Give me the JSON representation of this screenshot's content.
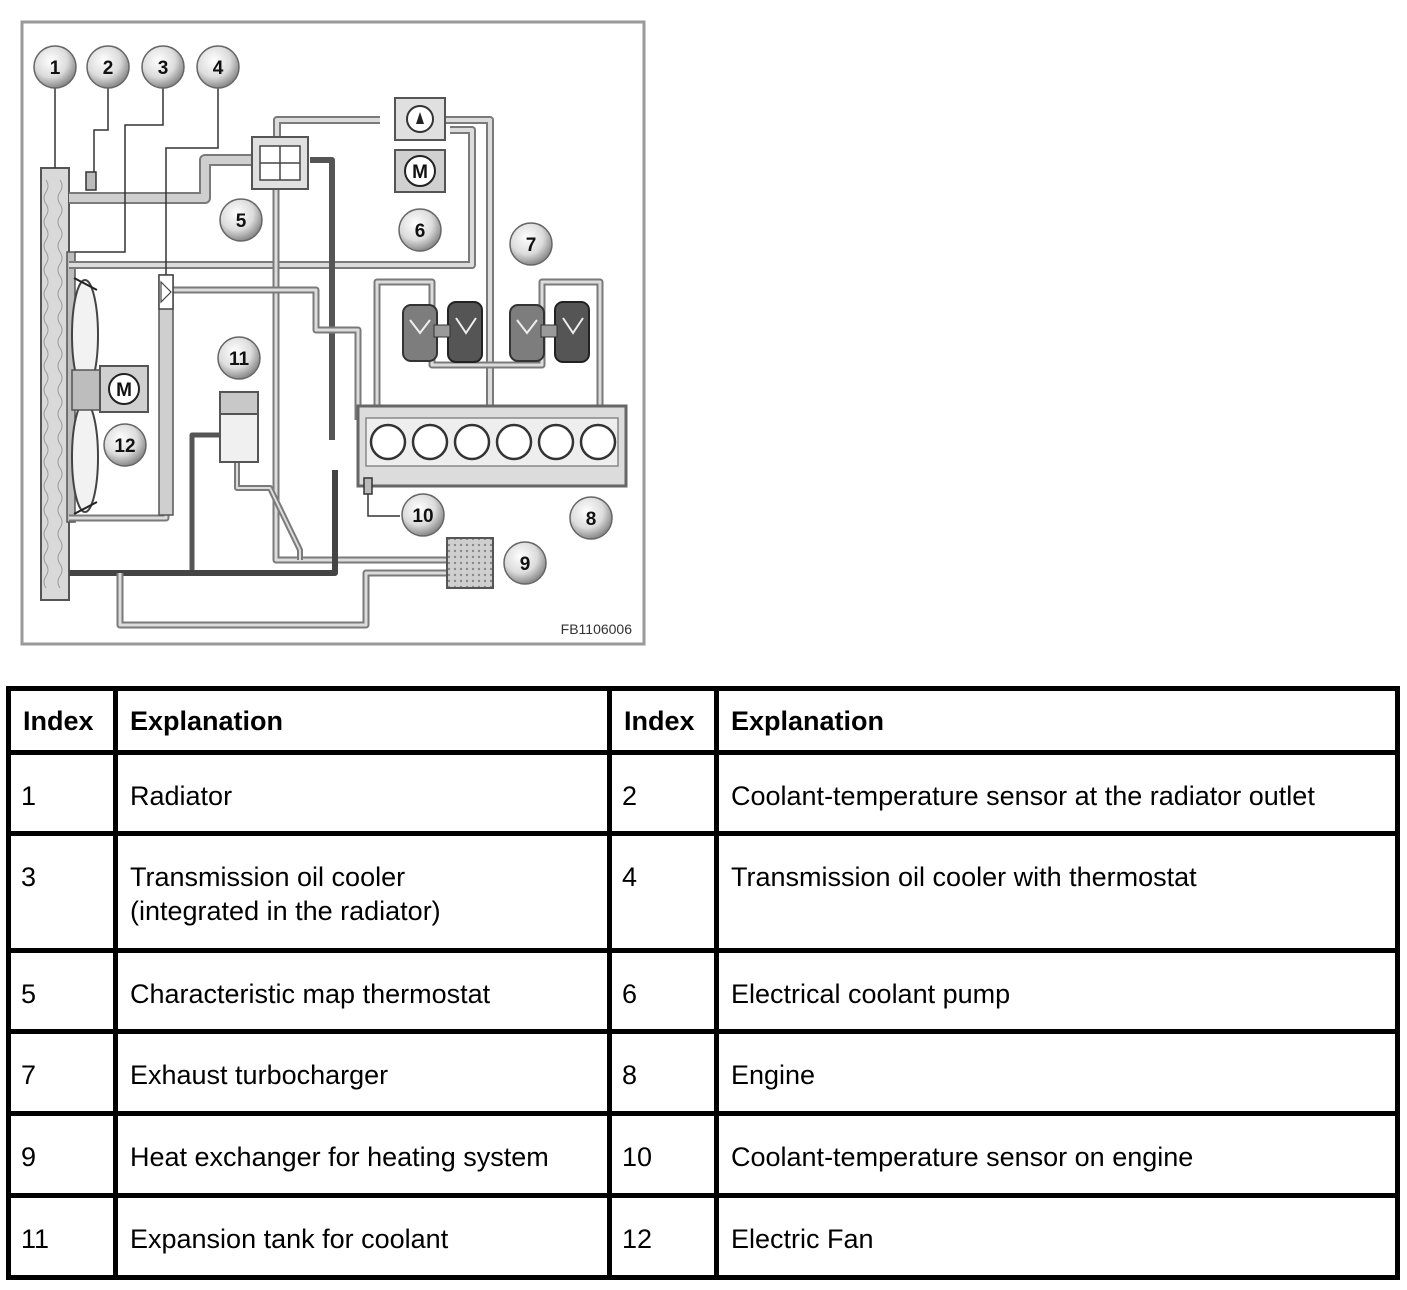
{
  "diagram": {
    "code": "FB1106006",
    "callouts": [
      "1",
      "2",
      "3",
      "4",
      "5",
      "6",
      "7",
      "8",
      "9",
      "10",
      "11",
      "12"
    ],
    "motor_symbol": "M"
  },
  "legend": {
    "headers": {
      "index": "Index",
      "explanation": "Explanation"
    },
    "rows": [
      [
        {
          "index": "1",
          "explanation": "Radiator"
        },
        {
          "index": "2",
          "explanation": "Coolant-temperature sensor at the radiator outlet"
        }
      ],
      [
        {
          "index": "3",
          "explanation": "Transmission oil cooler",
          "explanation_line2": "(integrated in the radiator)"
        },
        {
          "index": "4",
          "explanation": "Transmission oil cooler with thermostat"
        }
      ],
      [
        {
          "index": "5",
          "explanation": "Characteristic map thermostat"
        },
        {
          "index": "6",
          "explanation": "Electrical coolant pump"
        }
      ],
      [
        {
          "index": "7",
          "explanation": "Exhaust turbocharger"
        },
        {
          "index": "8",
          "explanation": "Engine"
        }
      ],
      [
        {
          "index": "9",
          "explanation": "Heat exchanger for heating system"
        },
        {
          "index": "10",
          "explanation": "Coolant-temperature sensor on engine"
        }
      ],
      [
        {
          "index": "11",
          "explanation": "Expansion tank for coolant"
        },
        {
          "index": "12",
          "explanation": "Electric Fan"
        }
      ]
    ]
  }
}
